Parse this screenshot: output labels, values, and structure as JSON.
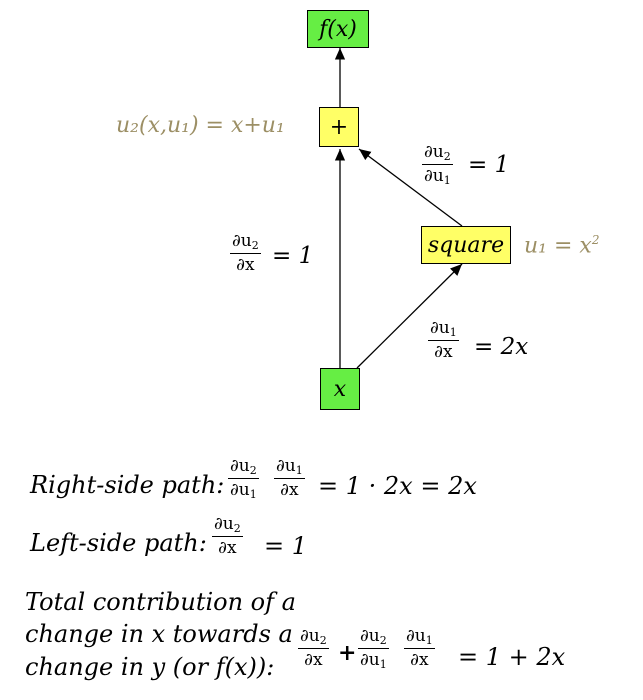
{
  "nodes": {
    "fx": "f(x)",
    "plus": "+",
    "square": "square",
    "x": "x"
  },
  "annotations": {
    "u2_def": "u₂(x,u₁) = x+u₁",
    "u1_def_base": "u₁ = x",
    "u1_def_exp": "2"
  },
  "edges": {
    "du2_du1": {
      "num": "∂u",
      "num_sub": "2",
      "den": "∂u",
      "den_sub": "1",
      "value": "= 1"
    },
    "du2_dx": {
      "num": "∂u",
      "num_sub": "2",
      "den": "∂x",
      "value": "= 1"
    },
    "du1_dx": {
      "num": "∂u",
      "num_sub": "1",
      "den": "∂x",
      "value": "= 2x"
    }
  },
  "paths": {
    "right_label": "Right-side path:",
    "right_value": "= 1 · 2x = 2x",
    "left_label": "Left-side path:",
    "left_value": "= 1",
    "total_line1": "Total contribution of a",
    "total_line2": "change in x towards a",
    "total_line3": "change in y (or f(x)):",
    "total_plus": "+",
    "total_value": "= 1 + 2x"
  },
  "frac_text": {
    "du": "∂u",
    "dx": "∂x",
    "s1": "1",
    "s2": "2"
  }
}
